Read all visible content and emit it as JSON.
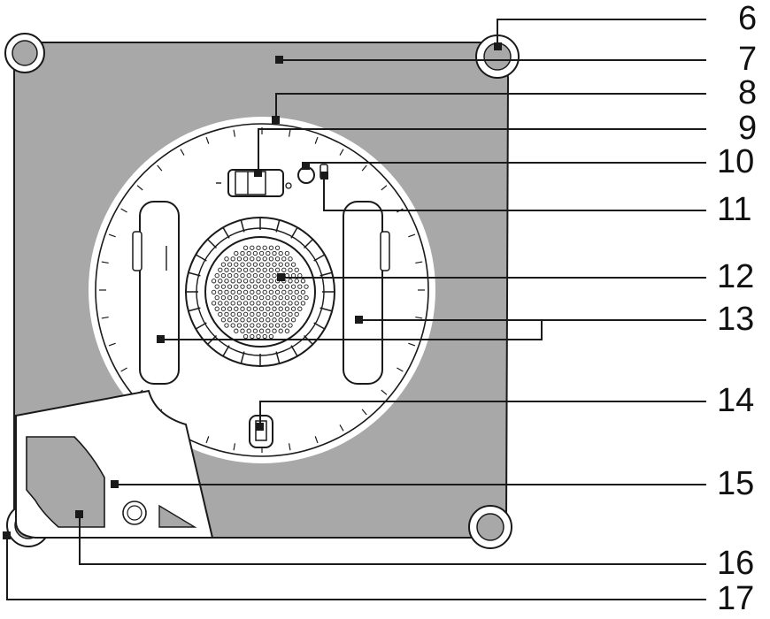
{
  "diagram": {
    "colors": {
      "body_fill": "#a8a8a8",
      "plate_fill": "#ffffff",
      "line": "#1a1a1a",
      "background": "#ffffff"
    },
    "callouts": [
      {
        "id": "6",
        "label": "6"
      },
      {
        "id": "7",
        "label": "7"
      },
      {
        "id": "8",
        "label": "8"
      },
      {
        "id": "9",
        "label": "9"
      },
      {
        "id": "10",
        "label": "10"
      },
      {
        "id": "11",
        "label": "11"
      },
      {
        "id": "12",
        "label": "12"
      },
      {
        "id": "13",
        "label": "13"
      },
      {
        "id": "14",
        "label": "14"
      },
      {
        "id": "15",
        "label": "15"
      },
      {
        "id": "16",
        "label": "16"
      },
      {
        "id": "17",
        "label": "17"
      }
    ]
  }
}
